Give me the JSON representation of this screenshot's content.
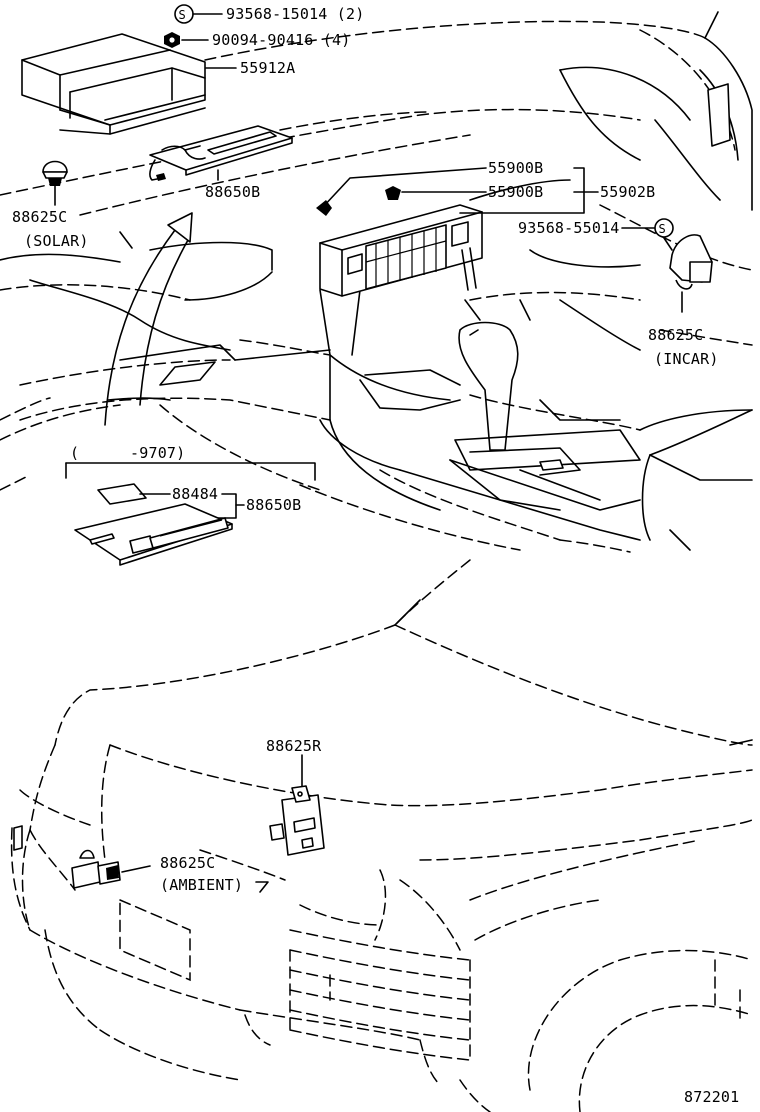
{
  "diagram": {
    "background": "#ffffff",
    "ink": "#000000",
    "callouts": {
      "screw_a_symbol": "S",
      "screw_a_part": "93568-15014 (2)",
      "nut_part": "90094-90416 (4)",
      "housing_part": "55912A",
      "amp_part": "88650B",
      "solar_sensor_part": "88625C",
      "solar_sensor_note": "(SOLAR)",
      "clip_upper_part": "55900B",
      "clip_lower_part": "55900B",
      "control_assy_part": "55902B",
      "screw_b_part": "93568-55014",
      "screw_b_symbol": "S",
      "incar_sensor_part": "88625C",
      "incar_sensor_note": "(INCAR)",
      "variant_bracket_open": "(",
      "variant_range": "-9707)",
      "label_part": "88484",
      "amp_variant_part": "88650B",
      "resistor_part": "88625R",
      "ambient_sensor_part": "88625C",
      "ambient_sensor_note": "(AMBIENT)",
      "illustration_number": "872201"
    }
  }
}
